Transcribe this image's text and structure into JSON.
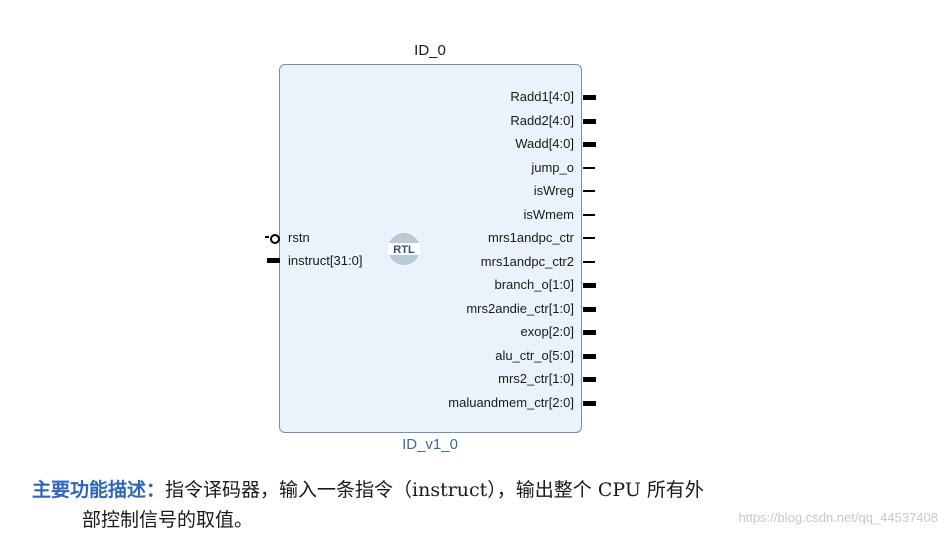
{
  "block": {
    "instance_name": "ID_0",
    "module_name": "ID_v1_0",
    "logo_text": "RTL"
  },
  "inputs": [
    {
      "name": "rstn",
      "kind": "clock"
    },
    {
      "name": "instruct[31:0]",
      "kind": "bus"
    }
  ],
  "outputs": [
    {
      "name": "Radd1[4:0]",
      "kind": "bus"
    },
    {
      "name": "Radd2[4:0]",
      "kind": "bus"
    },
    {
      "name": "Wadd[4:0]",
      "kind": "bus"
    },
    {
      "name": "jump_o",
      "kind": "wire"
    },
    {
      "name": "isWreg",
      "kind": "wire"
    },
    {
      "name": "isWmem",
      "kind": "wire"
    },
    {
      "name": "mrs1andpc_ctr",
      "kind": "wire"
    },
    {
      "name": "mrs1andpc_ctr2",
      "kind": "wire"
    },
    {
      "name": "branch_o[1:0]",
      "kind": "bus"
    },
    {
      "name": "mrs2andie_ctr[1:0]",
      "kind": "bus"
    },
    {
      "name": "exop[2:0]",
      "kind": "bus"
    },
    {
      "name": "alu_ctr_o[5:0]",
      "kind": "bus"
    },
    {
      "name": "mrs2_ctr[1:0]",
      "kind": "bus"
    },
    {
      "name": "maluandmem_ctr[2:0]",
      "kind": "bus"
    }
  ],
  "caption": {
    "lead": "主要功能描述：",
    "line1": "指令译码器，输入一条指令（instruct），输出整个 CPU 所有外",
    "line2": "部控制信号的取值。"
  },
  "watermark": "https://blog.csdn.net/qq_44537408",
  "colors": {
    "block_fill": "#eaf3fb",
    "block_border": "#6f8fb5",
    "module_name": "#3d6aa0",
    "caption_lead": "#2f66b8"
  }
}
